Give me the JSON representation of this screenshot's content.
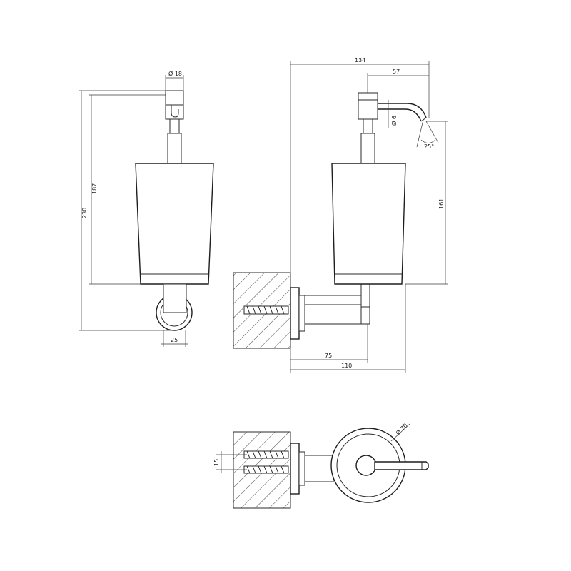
{
  "dimensions": {
    "diameter_top": "Ø 18",
    "height_total": "230",
    "height_body": "187",
    "width_bottom": "25",
    "width_total": "134",
    "spout_reach": "57",
    "spout_diameter": "Ø 6",
    "spout_angle": "25°",
    "height_side": "161",
    "wall_offset": "75",
    "depth_total": "110",
    "anchor_spacing": "15",
    "bottle_diameter": "Ø 70"
  },
  "colors": {
    "line": "#2a2a2a",
    "background": "#ffffff"
  }
}
